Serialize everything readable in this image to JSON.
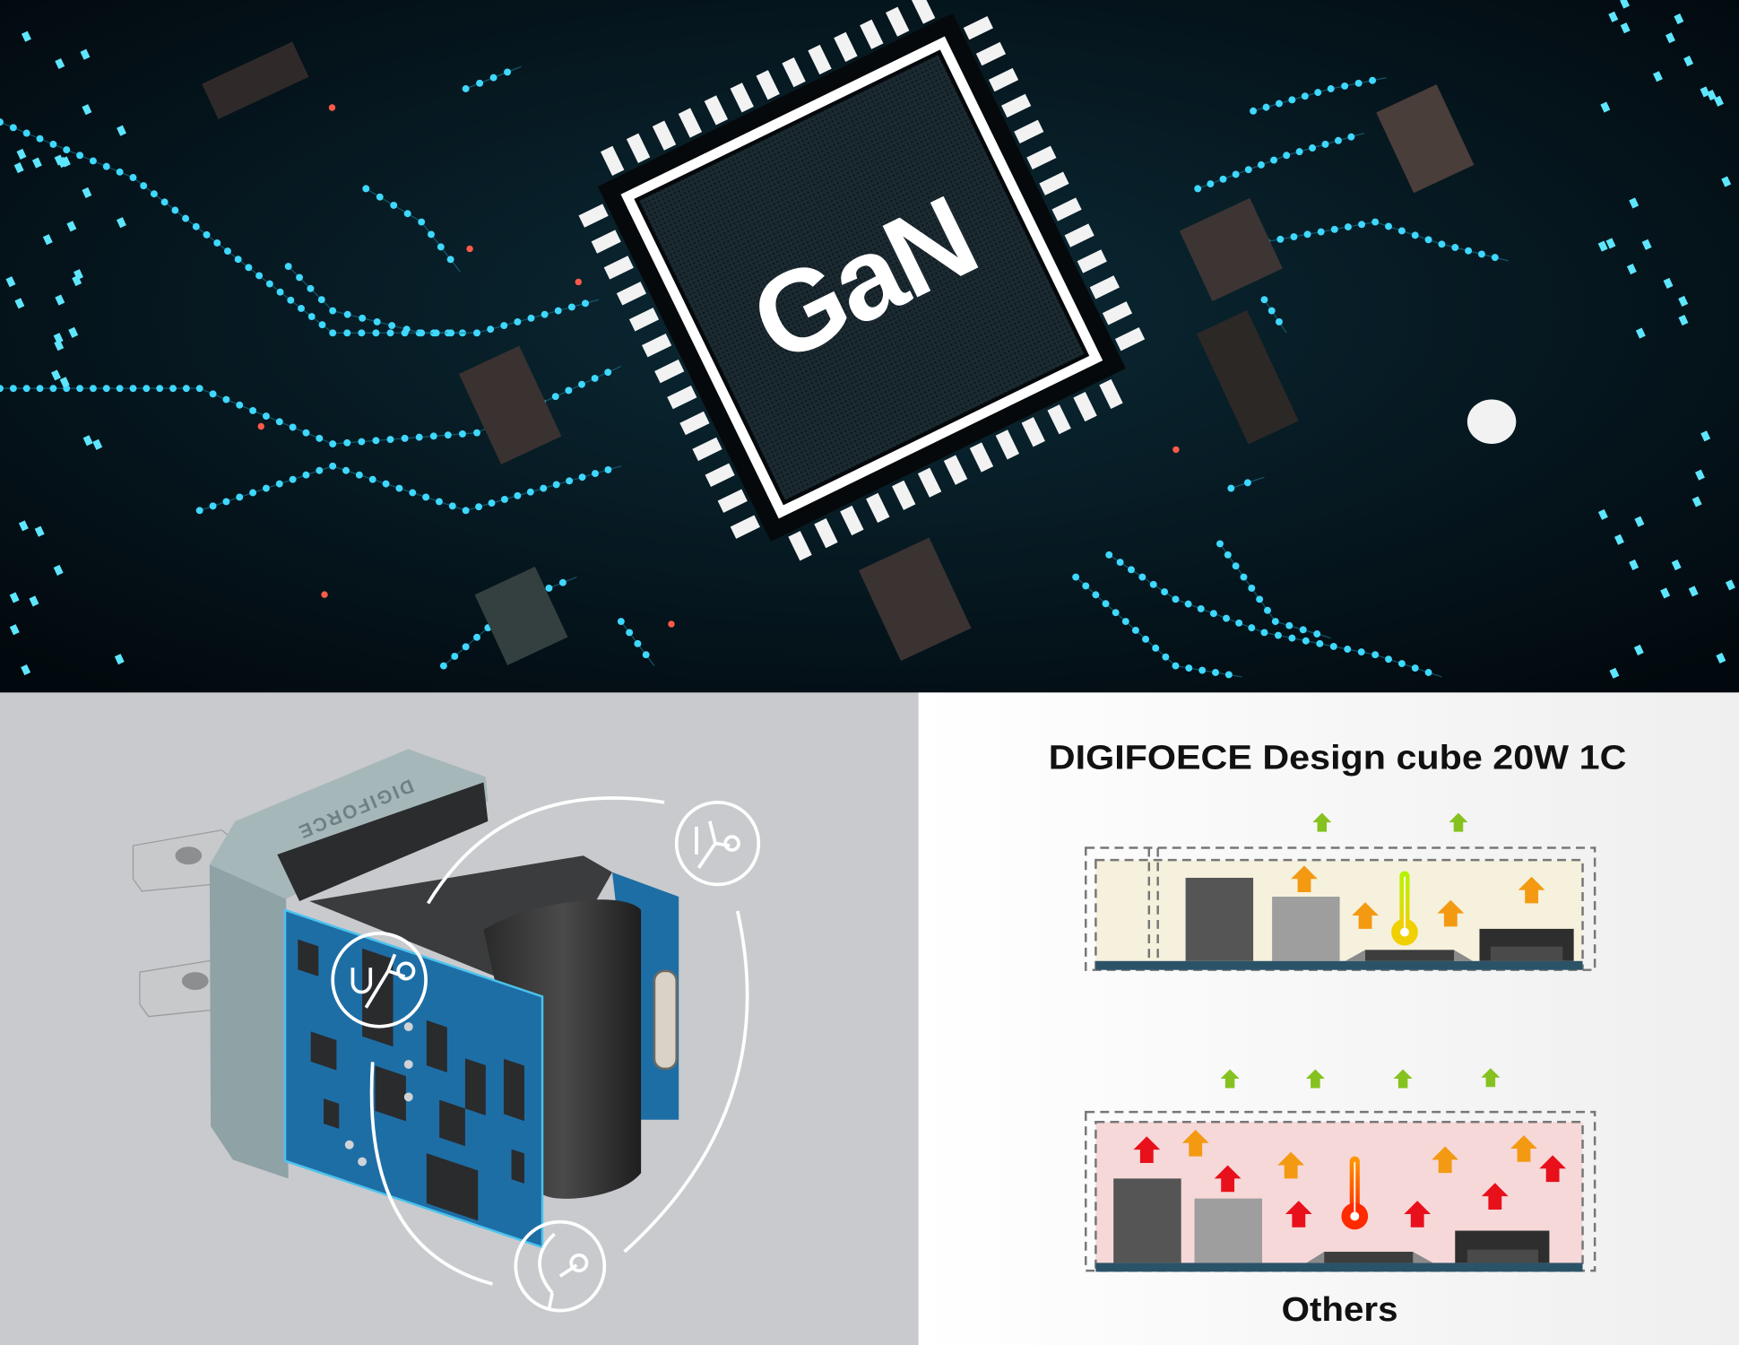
{
  "hero": {
    "chip_label": "GaN"
  },
  "product": {
    "brand_on_housing": "DIGIFORCE",
    "feature_icons": [
      "ultraviolet-protection-icon",
      "radiation-protection-icon",
      "fire-protection-icon"
    ],
    "icon_glyph": "U"
  },
  "comparison": {
    "title": "DIGIFOECE  Design cube 20W 1C",
    "bottom_label": "Others"
  },
  "colors": {
    "board_bg": "#04131b",
    "trace_glow": "#3fd8ff",
    "product_bg": "#c9cacd",
    "pcb_blue": "#1e6ea6",
    "housing": "#9fb1b4",
    "cool_fill": "#f6f1dc",
    "hot_fill": "#f6d8d9",
    "base_bar": "#2b5368",
    "arrow_green": "#86c21f",
    "arrow_orange": "#f39a12",
    "arrow_red": "#e8101a"
  }
}
